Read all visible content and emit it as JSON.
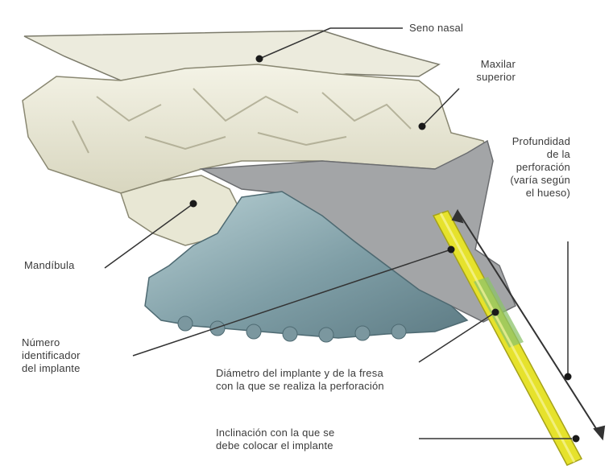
{
  "labels": {
    "sinus": "Seno nasal",
    "maxilla": "Maxilar\nsuperior",
    "depth": "Profundidad\nde la\nperforación\n(varía según\nel hueso)",
    "mandible": "Mandíbula",
    "number": "Número\nidentificador\ndel implante",
    "diameter": "Diámetro del implante y de la fresa\ncon la que se realiza la perforación",
    "inclination": "Inclinación con la que se\ndebe colocar el implante"
  },
  "colors": {
    "bone_light": "#eeeedd",
    "bone_shadow": "#b9b69c",
    "gum": "#6f8f98",
    "gum_light": "#a9c3c8",
    "gray_bone": "#9a9c9e",
    "drill": "#e6e22c",
    "drill_edge": "#a5a21a",
    "leader": "#333333"
  }
}
